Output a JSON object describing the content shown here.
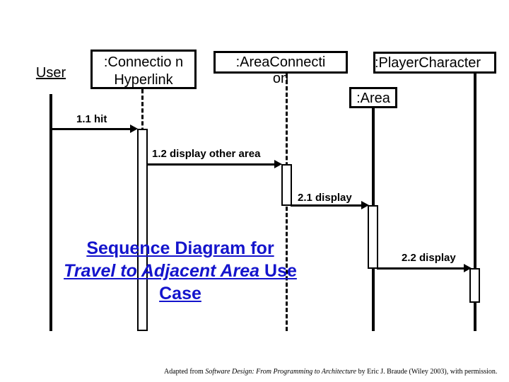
{
  "diagram": {
    "title_line1": "Sequence Diagram for",
    "title_line2_italic": "Travel to Adjacent Area",
    "title_line2_rest": " Use",
    "title_line3": "Case",
    "title_color": "#1414cc"
  },
  "participants": [
    {
      "id": "user",
      "label": "User",
      "kind": "actor",
      "lifeline": "solid"
    },
    {
      "id": "connhyperlink",
      "label": ":Connection Hyperlink",
      "display": ":Connectio n Hyperlink",
      "kind": "object",
      "lifeline": "dashed"
    },
    {
      "id": "areaconnection",
      "label": ":AreaConnection",
      "display": ":AreaConnecti on",
      "kind": "object",
      "lifeline": "dashed"
    },
    {
      "id": "playercharacter",
      "label": ":PlayerCharacter",
      "display": ":PlayerCharacter",
      "kind": "object",
      "lifeline": "solid"
    },
    {
      "id": "area",
      "label": ":Area",
      "display": ":Area",
      "kind": "object",
      "lifeline": "solid"
    }
  ],
  "messages": [
    {
      "id": "m1",
      "label": "1.1 hit",
      "from": "user",
      "to": "connhyperlink"
    },
    {
      "id": "m2",
      "label": "1.2 display other area",
      "from": "connhyperlink",
      "to": "areaconnection"
    },
    {
      "id": "m3",
      "label": "2.1 display",
      "from": "areaconnection",
      "to": "area"
    },
    {
      "id": "m4",
      "label": "2.2 display",
      "from": "area",
      "to": "playercharacter"
    }
  ],
  "footer": {
    "prefix": "Adapted from ",
    "book_italic": "Software Design: From Programming to Architecture",
    "suffix": " by Eric J. Braude (Wiley 2003), with permission."
  }
}
